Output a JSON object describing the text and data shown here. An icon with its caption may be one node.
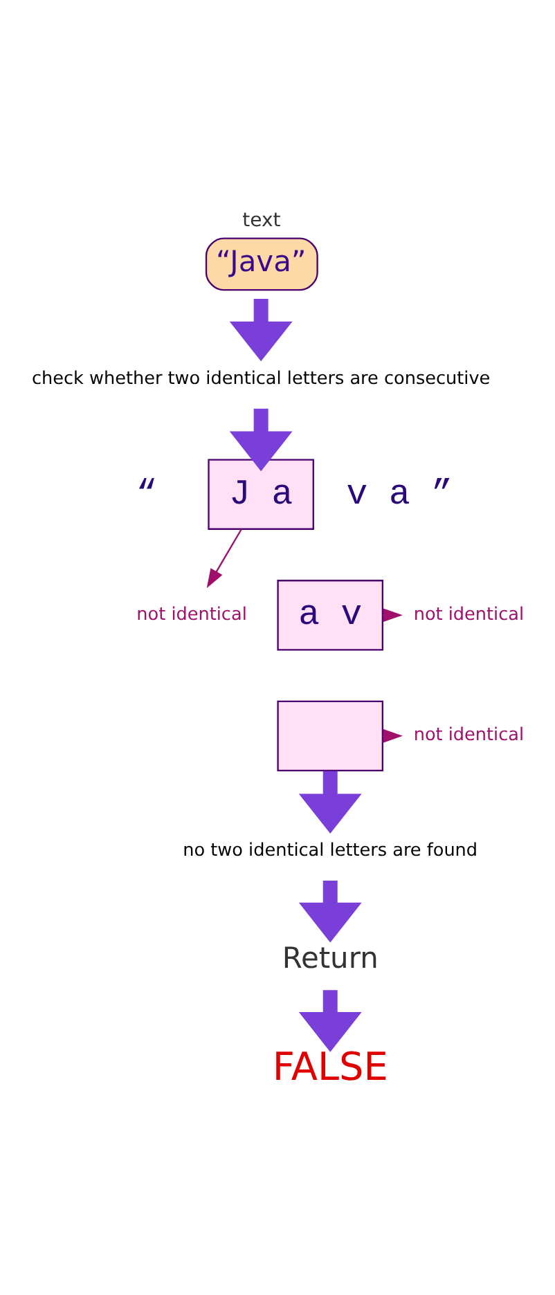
{
  "diagram": {
    "nodes": [
      {
        "text": [
          "“Java”"
        ],
        "beside": [
          "text"
        ]
      },
      {
        "text": [
          "check whether two identical letters are consecutive"
        ]
      },
      {
        "text": [
          "J a"
        ],
        "beside": [
          "“",
          "v a ”"
        ]
      },
      {
        "text": [
          "not identical"
        ]
      },
      {
        "text": [
          "a v"
        ]
      },
      {
        "text": [
          "not identical"
        ]
      },
      {
        "text": [],
        "shape": "box"
      },
      {
        "text": [
          "not identical"
        ]
      },
      {
        "text": [
          "no two identical letters are found"
        ]
      },
      {
        "text": [
          "Return"
        ]
      },
      {
        "text": [
          "FALSE"
        ]
      }
    ],
    "edges": [
      {
        "from": 0,
        "to": 1,
        "arrow": "to"
      },
      {
        "from": 1,
        "to": 2,
        "arrow": "to"
      },
      {
        "from": 2,
        "to": 3,
        "arrow": "to",
        "color": "#a0106a"
      },
      {
        "from": 4,
        "to": 5,
        "arrow": "to",
        "color": "#a0106a"
      },
      {
        "from": 6,
        "to": 7,
        "arrow": "to",
        "color": "#a0106a"
      },
      {
        "from": 6,
        "to": 8,
        "arrow": "to"
      },
      {
        "from": 8,
        "to": 9,
        "arrow": "to"
      },
      {
        "from": 9,
        "to": 10,
        "arrow": "to"
      }
    ]
  }
}
